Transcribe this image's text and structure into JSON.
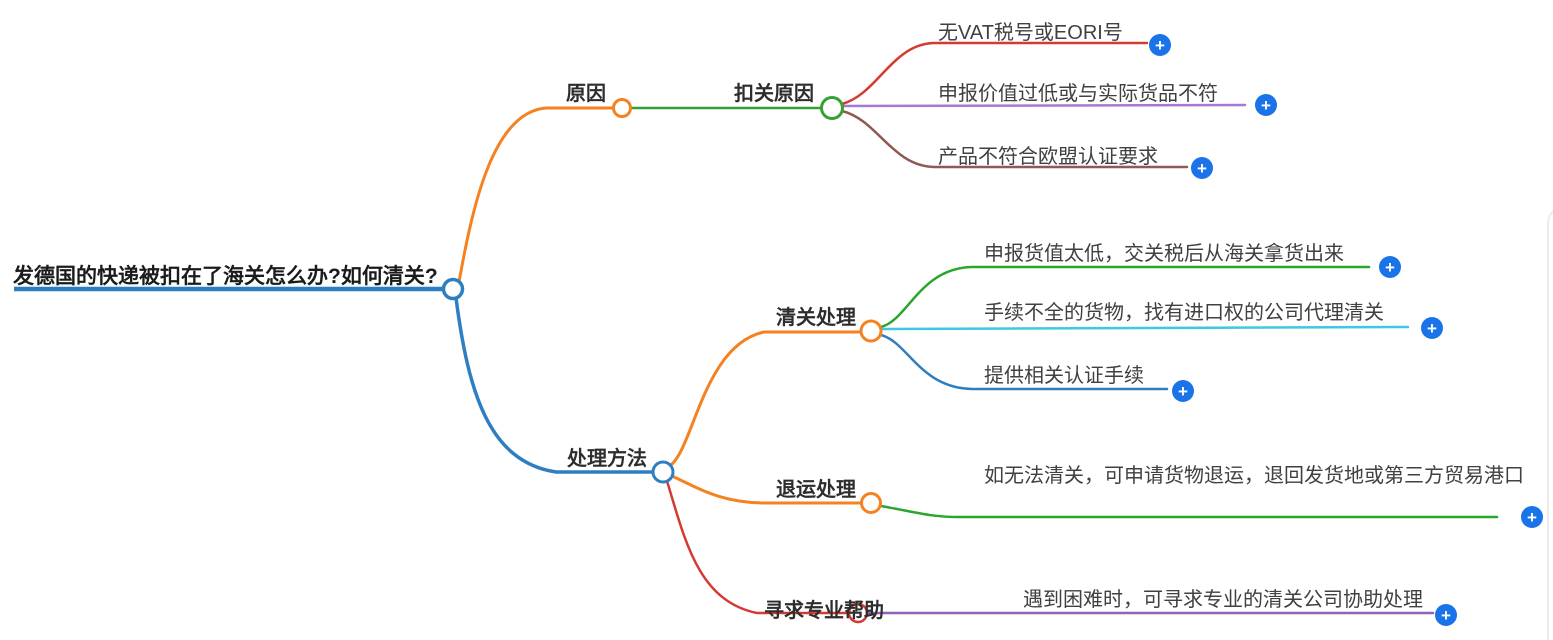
{
  "root": {
    "label": "发德国的快递被扣在了海关怎么办?如何清关?"
  },
  "nodes": {
    "reason": {
      "label": "原因"
    },
    "detention_reason": {
      "label": "扣关原因"
    },
    "handling": {
      "label": "处理方法"
    },
    "clearance": {
      "label": "清关处理"
    },
    "return": {
      "label": "退运处理"
    },
    "professional": {
      "label": "寻求专业帮助"
    }
  },
  "leaves": {
    "detention": [
      "无VAT税号或EORI号",
      "申报价值过低或与实际货品不符",
      "产品不符合欧盟认证要求"
    ],
    "clearance": [
      "申报货值太低，交关税后从海关拿货出来",
      "手续不全的货物，找有进口权的公司代理清关",
      "提供相关认证手续"
    ],
    "return": [
      "如无法清关，可申请货物退运，退回发货地或第三方贸易港口"
    ],
    "professional": [
      "遇到困难时，可寻求专业的清关公司协助处理"
    ]
  },
  "icons": {
    "plus": "+"
  },
  "colors": {
    "blue": "#2e7fc1",
    "orange": "#f58220",
    "green": "#33a133",
    "red": "#d43a31",
    "purple_light": "#a678d2",
    "brown": "#8e5a52",
    "cyan": "#3fc8e2",
    "leaf_green": "#2ca52c",
    "purple_dark": "#8d63b5",
    "plus_blue": "#1a73e8",
    "edge_gray": "#ececec"
  }
}
